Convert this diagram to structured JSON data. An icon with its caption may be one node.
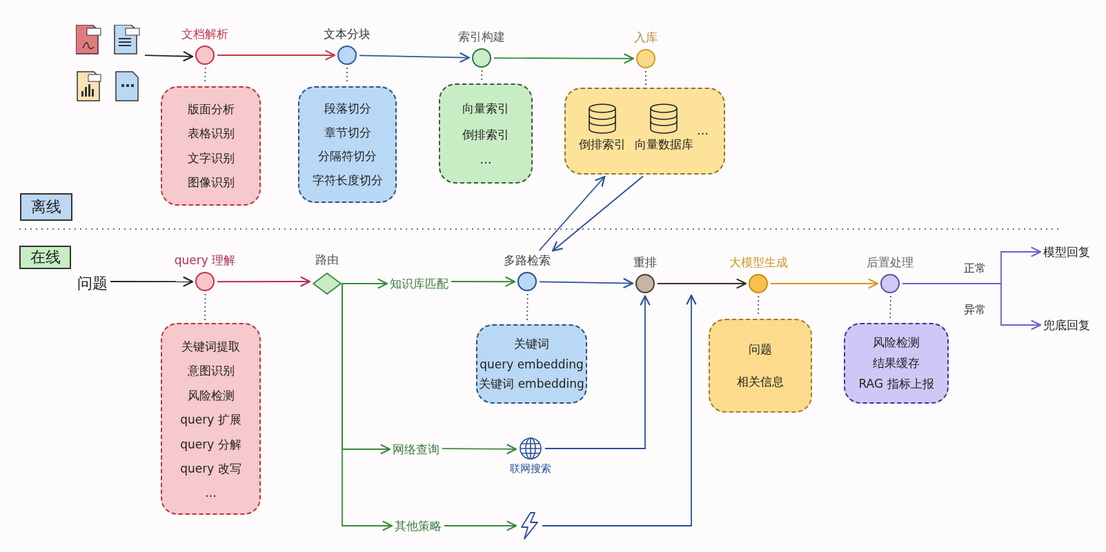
{
  "diagram": {
    "nodes": [
      {
        "text": [],
        "shape": "picture"
      },
      {
        "text": [
          "文档解析"
        ]
      },
      {
        "text": [
          "版面分析",
          "表格识别",
          "文字识别",
          "图像识别"
        ]
      },
      {
        "text": [
          "文本分块"
        ]
      },
      {
        "text": [
          "段落切分",
          "章节切分",
          "分隔符切分",
          "字符长度切分"
        ]
      },
      {
        "text": [
          "索引构建"
        ]
      },
      {
        "text": [
          "向量索引",
          "倒排索引",
          "…"
        ]
      },
      {
        "text": [
          "入库"
        ]
      },
      {
        "text": [
          "…"
        ]
      },
      {
        "text": [
          "倒排索引"
        ],
        "in": 8
      },
      {
        "text": [
          "向量数据库"
        ],
        "in": 8
      },
      {
        "text": [
          "离线"
        ]
      },
      {
        "text": [
          "在线"
        ]
      },
      {
        "text": [
          "问题"
        ]
      },
      {
        "text": [
          "query 理解"
        ]
      },
      {
        "text": [
          "关键词提取",
          "意图识别",
          "风险检测",
          "query 扩展",
          "query 分解",
          "query 改写",
          "…"
        ]
      },
      {
        "text": [
          "路由"
        ]
      },
      {
        "text": [
          "知识库匹配"
        ]
      },
      {
        "text": [
          "多路检索"
        ]
      },
      {
        "text": [
          "关键词",
          "query embedding",
          "关键词 embedding"
        ]
      },
      {
        "text": [
          "网络查询"
        ]
      },
      {
        "text": [
          "联网搜索"
        ]
      },
      {
        "text": [
          "其他策略"
        ]
      },
      {
        "text": [],
        "shape": "lightning"
      },
      {
        "text": [
          "重排"
        ]
      },
      {
        "text": [
          "大模型生成"
        ]
      },
      {
        "text": [
          "问题",
          "相关信息"
        ]
      },
      {
        "text": [
          "后置处理"
        ]
      },
      {
        "text": [
          "风险检测",
          "结果缓存",
          "RAG 指标上报"
        ]
      },
      {
        "text": [
          "模型回复"
        ]
      },
      {
        "text": [
          "兜底回复"
        ]
      }
    ],
    "edges": [
      {
        "from": 0,
        "to": 1,
        "arrow": "to",
        "color": "#222222"
      },
      {
        "from": 1,
        "to": 3,
        "arrow": "to",
        "color": "#c0394b"
      },
      {
        "from": 3,
        "to": 5,
        "arrow": "to",
        "color": "#2c5b9a"
      },
      {
        "from": 5,
        "to": 7,
        "arrow": "to",
        "color": "#3a8a3a"
      },
      {
        "from": 1,
        "to": 2,
        "arrow": "none",
        "style": "dashed",
        "color": "#555555"
      },
      {
        "from": 3,
        "to": 4,
        "arrow": "none",
        "style": "dashed",
        "color": "#555555"
      },
      {
        "from": 5,
        "to": 6,
        "arrow": "none",
        "style": "dashed",
        "color": "#555555"
      },
      {
        "from": 7,
        "to": 8,
        "arrow": "none",
        "style": "dashed",
        "color": "#555555"
      },
      {
        "from": 18,
        "to": 8,
        "arrow": "to",
        "color": "#2a4f9a"
      },
      {
        "from": 8,
        "to": 18,
        "arrow": "to",
        "color": "#2a4f9a"
      },
      {
        "from": 13,
        "to": 14,
        "arrow": "to",
        "color": "#222222"
      },
      {
        "from": 14,
        "to": 16,
        "arrow": "to",
        "color": "#b03050"
      },
      {
        "from": 14,
        "to": 15,
        "arrow": "none",
        "style": "dashed",
        "color": "#555555"
      },
      {
        "from": 16,
        "to": 17,
        "arrow": "to",
        "color": "#3a8a3a"
      },
      {
        "from": 16,
        "to": 20,
        "arrow": "to",
        "color": "#3a8a3a"
      },
      {
        "from": 16,
        "to": 22,
        "arrow": "to",
        "color": "#3a8a3a"
      },
      {
        "from": 17,
        "to": 18,
        "arrow": "to",
        "color": "#3a8a3a"
      },
      {
        "from": 20,
        "to": 21,
        "arrow": "to",
        "color": "#3a8a3a"
      },
      {
        "from": 22,
        "to": 23,
        "arrow": "to",
        "color": "#3a8a3a"
      },
      {
        "from": 18,
        "to": 19,
        "arrow": "none",
        "style": "dashed",
        "color": "#555555"
      },
      {
        "from": 18,
        "to": 24,
        "arrow": "to",
        "color": "#2a4f9a"
      },
      {
        "from": 21,
        "to": 24,
        "arrow": "to",
        "color": "#2a4f9a"
      },
      {
        "from": 23,
        "to": null,
        "arrow": "to",
        "color": "#2a4f9a"
      },
      {
        "from": 24,
        "to": 25,
        "arrow": "to",
        "color": "#3a2f2a"
      },
      {
        "from": 25,
        "to": 27,
        "arrow": "to",
        "color": "#d9952a"
      },
      {
        "from": 25,
        "to": 26,
        "arrow": "none",
        "style": "dashed",
        "color": "#555555"
      },
      {
        "from": 27,
        "to": 28,
        "arrow": "none",
        "style": "dashed",
        "color": "#555555"
      },
      {
        "from": 27,
        "to": 29,
        "arrow": "to",
        "color": "#6b5fd0",
        "label": "正常"
      },
      {
        "from": 27,
        "to": 30,
        "arrow": "to",
        "color": "#6b5fd0",
        "label": "异常"
      }
    ]
  }
}
